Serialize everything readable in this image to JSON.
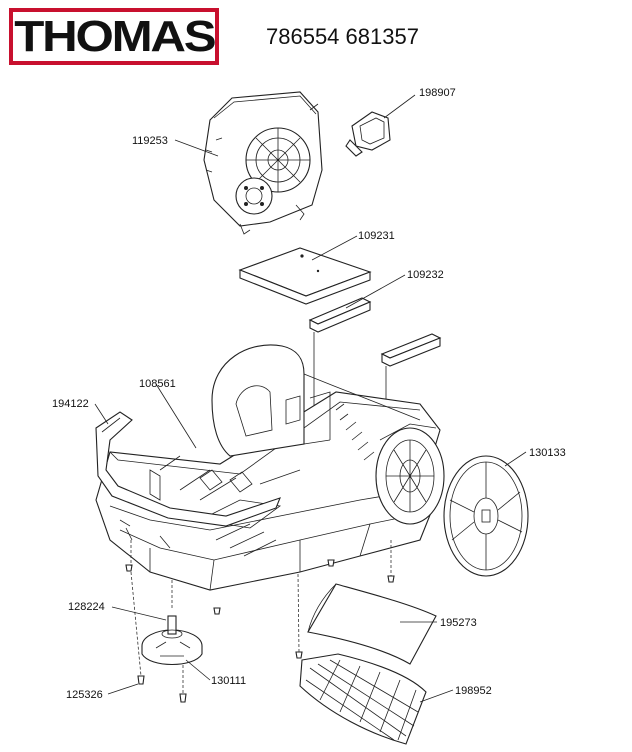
{
  "header": {
    "logo_text": "THOMAS",
    "model_numbers": "786554 681357",
    "brand_color": "#c8102e"
  },
  "parts": {
    "p119253": "119253",
    "p198907": "198907",
    "p109231": "109231",
    "p109232": "109232",
    "p194122": "194122",
    "p108561": "108561",
    "p130133": "130133",
    "p128224": "128224",
    "p195273": "195273",
    "p125326": "125326",
    "p130111": "130111",
    "p198952": "198952"
  }
}
